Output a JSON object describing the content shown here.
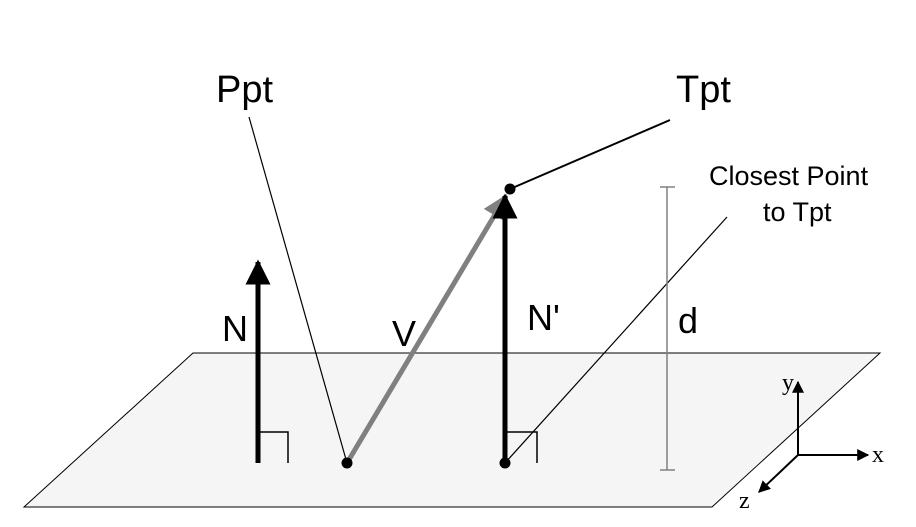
{
  "labels": {
    "ppt": "Ppt",
    "tpt": "Tpt",
    "closest_line1": "Closest Point",
    "closest_line2": "to Tpt",
    "n": "N",
    "v": "V",
    "n_prime": "N'",
    "d": "d"
  },
  "axes": {
    "x": "x",
    "y": "y",
    "z": "z"
  },
  "colors": {
    "plane_fill": "#f5f5f5",
    "plane_edge": "#000000",
    "vector_v": "#808080",
    "ink": "#000000",
    "dimension": "#808080"
  }
}
